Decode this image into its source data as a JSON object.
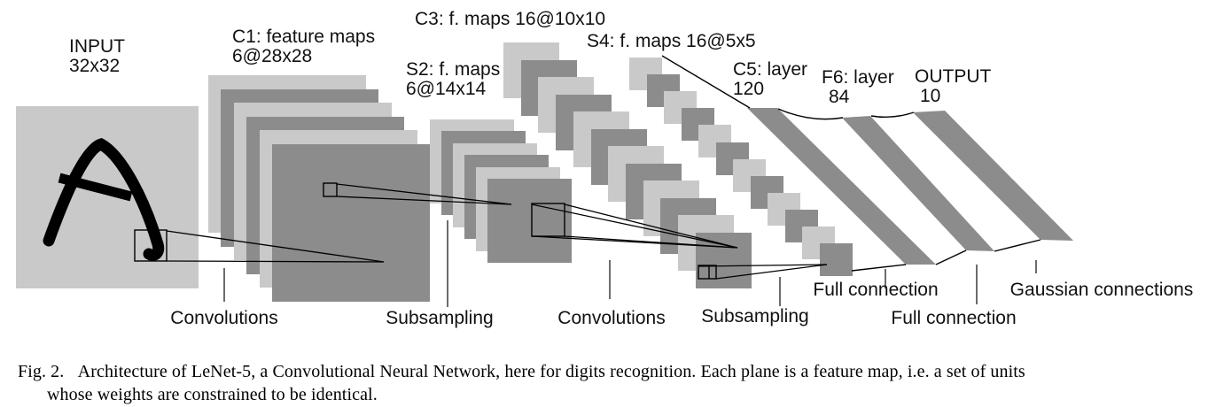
{
  "figure": {
    "layers": [
      {
        "id": "input",
        "label": "INPUT",
        "sublabel": "32x32"
      },
      {
        "id": "c1",
        "label": "C1: feature maps",
        "sublabel": "6@28x28",
        "planes_shown": 6
      },
      {
        "id": "s2",
        "label": "S2: f. maps",
        "sublabel": "6@14x14",
        "planes_shown": 6
      },
      {
        "id": "c3",
        "label": "C3: f. maps 16@10x10",
        "sublabel": "",
        "planes_shown": 12
      },
      {
        "id": "s4",
        "label": "S4: f. maps 16@5x5",
        "sublabel": "",
        "planes_shown": 12
      },
      {
        "id": "c5",
        "label": "C5: layer",
        "sublabel": "120"
      },
      {
        "id": "f6",
        "label": "F6: layer",
        "sublabel": "84"
      },
      {
        "id": "output",
        "label": "OUTPUT",
        "sublabel": "10"
      }
    ],
    "operations": [
      "Convolutions",
      "Subsampling",
      "Convolutions",
      "Subsampling",
      "Full connection",
      "Full connection",
      "Gaussian connections"
    ],
    "input_drawing": "handwritten letter A",
    "colors": {
      "plane_light": "#c9c9c9",
      "plane_dark": "#8c8c8c",
      "band": "#8c8c8c",
      "line": "#000000",
      "tick": "#3a3a3a"
    }
  },
  "caption": {
    "line1": "Fig. 2.   Architecture of LeNet-5, a Convolutional Neural Network, here for digits recognition. Each plane is a feature map, i.e. a set of units",
    "line2": "whose weights are constrained to be identical."
  }
}
